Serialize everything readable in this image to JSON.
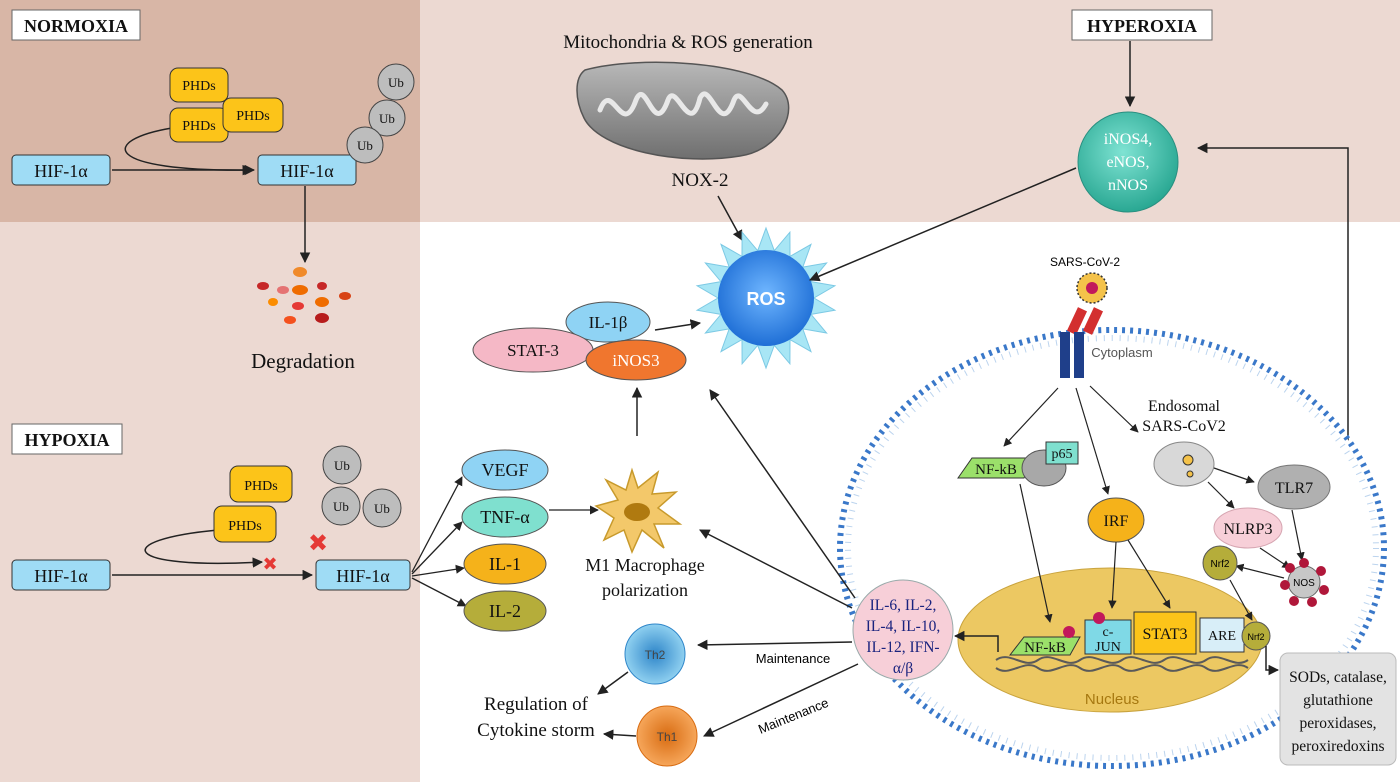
{
  "panels": {
    "normoxia": {
      "title": "NORMOXIA",
      "hif_left": "HIF-1α",
      "hif_right": "HIF-1α",
      "phd_labels": [
        "PHDs",
        "PHDs",
        "PHDs"
      ],
      "ub_labels": [
        "Ub",
        "Ub",
        "Ub"
      ],
      "degradation": "Degradation"
    },
    "hypoxia": {
      "title": "HYPOXIA",
      "hif_left": "HIF-1α",
      "hif_right": "HIF-1α",
      "phd_labels": [
        "PHDs",
        "PHDs"
      ],
      "ub_labels": [
        "Ub",
        "Ub",
        "Ub"
      ]
    },
    "hyperoxia": {
      "title": "HYPEROXIA",
      "nos_lines": [
        "iNOS4,",
        "eNOS,",
        "nNOS"
      ]
    }
  },
  "mito": {
    "title": "Mitochondria & ROS generation",
    "nox": "NOX-2"
  },
  "ros": "ROS",
  "top_cluster": {
    "il1b": "IL-1β",
    "stat3": "STAT-3",
    "inos3": "iNOS3"
  },
  "cytokines_left": [
    "VEGF",
    "TNF-α",
    "IL-1",
    "IL-2"
  ],
  "macrophage": {
    "line1": "M1 Macrophage",
    "line2": "polarization"
  },
  "il_bubble": [
    "IL-6, IL-2,",
    "IL-4, IL-10,",
    "IL-12, IFN-",
    "α/β"
  ],
  "tcells": {
    "th2": "Th2",
    "th1": "Th1",
    "maintenance_top": "Maintenance",
    "maintenance_bottom": "Maintenance"
  },
  "regulation": [
    "Regulation of",
    "Cytokine storm"
  ],
  "cell": {
    "virus": "SARS-CoV-2",
    "cytoplasm": "Cytoplasm",
    "endosomal": [
      "Endosomal",
      "SARS-CoV2"
    ],
    "nfkb": "NF-kB",
    "p65": "p65",
    "irf": "IRF",
    "tlr7": "TLR7",
    "nlrp3": "NLRP3",
    "nrf2": "Nrf2",
    "nos": "NOS",
    "nucleus": "Nucleus",
    "nuc_nfkb": "NF-kB",
    "cjun": [
      "c-",
      "JUN"
    ],
    "nuc_stat3": "STAT3",
    "are": "ARE",
    "nuc_nrf2": "Nrf2"
  },
  "antioxidants": [
    "SODs, catalase,",
    "glutathione",
    "peroxidases,",
    "peroxiredoxins"
  ],
  "colors": {
    "hif_blue": "#9fdcf5",
    "phd_yellow": "#fcc419",
    "ub_grey": "#bdbdbd",
    "panel_brown": "#d9b7a8",
    "panel_pink": "#eedad3",
    "ros_blue": "#2e8ff0",
    "nos_teal": "#3ec7b4",
    "nucleus_gold": "#ecc862",
    "membrane_blue": "#3a78c9"
  }
}
